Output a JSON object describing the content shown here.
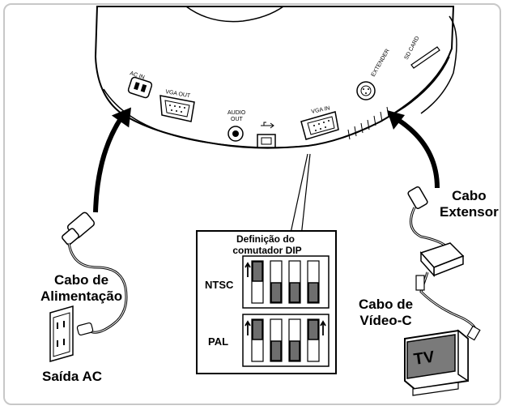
{
  "labels": {
    "power_cable_line1": "Cabo de",
    "power_cable_line2": "Alimentação",
    "ac_outlet": "Saída AC",
    "extender_cable_line1": "Cabo",
    "extender_cable_line2": "Extensor",
    "video_cable_line1": "Cabo de",
    "video_cable_line2": "Vídeo-C",
    "tv": "TV"
  },
  "ports": {
    "ac_in": "AC IN",
    "vga_out": "VGA OUT",
    "audio_out_line1": "AUDIO",
    "audio_out_line2": "OUT",
    "vga_in": "VGA IN",
    "extender": "EXTENDER",
    "sd_card": "SD CARD"
  },
  "dip_panel": {
    "title_line1": "Definição do",
    "title_line2": "comutador DIP",
    "rows": [
      {
        "label": "NTSC",
        "switches": [
          "up",
          "down",
          "down",
          "down"
        ]
      },
      {
        "label": "PAL",
        "switches": [
          "up",
          "down",
          "down",
          "up"
        ]
      }
    ]
  },
  "colors": {
    "ink": "#000000",
    "frame": "#c8c8c8",
    "switch_fill": "#6e6e6e",
    "tv_screen": "#7a7a7a"
  }
}
